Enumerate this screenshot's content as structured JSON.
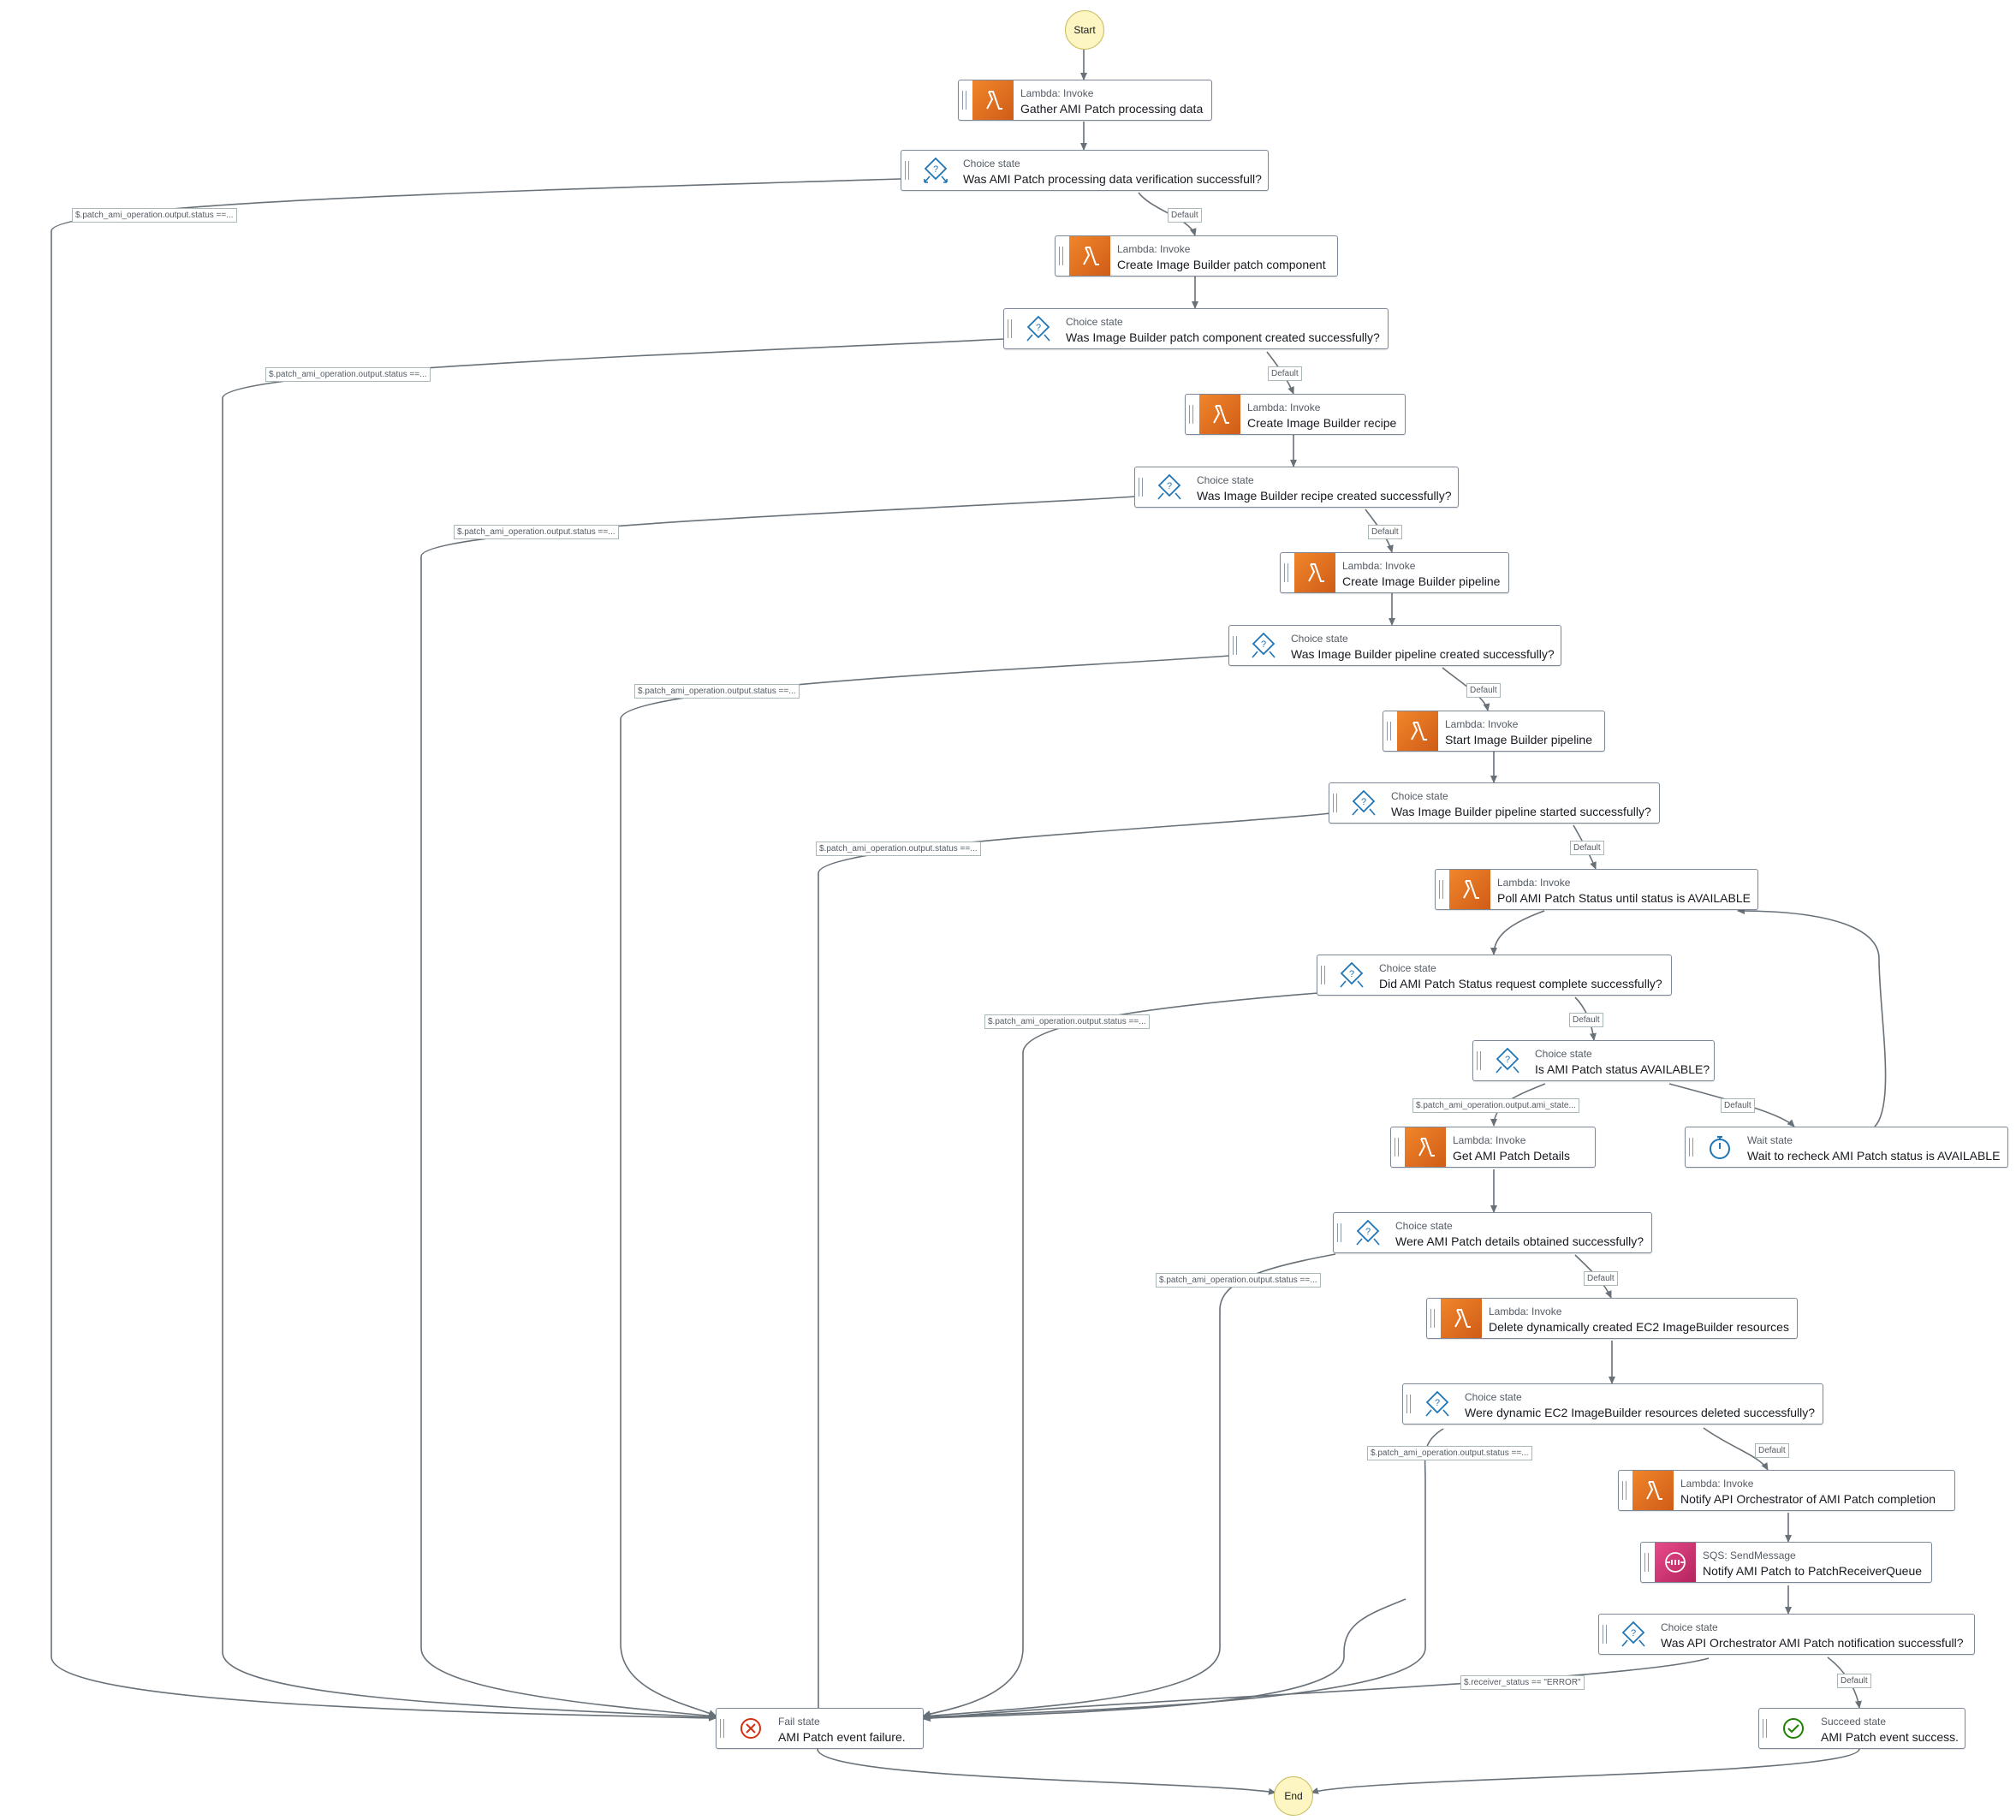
{
  "terminals": {
    "start": "Start",
    "end": "End"
  },
  "nodes": [
    {
      "id": "n1",
      "type": "Lambda: Invoke",
      "label": "Gather AMI Patch processing data",
      "icon": "lambda-icon"
    },
    {
      "id": "c1",
      "type": "Choice state",
      "label": "Was AMI Patch processing data verification successfull?",
      "icon": "choice-icon"
    },
    {
      "id": "n2",
      "type": "Lambda: Invoke",
      "label": "Create Image Builder patch component",
      "icon": "lambda-icon"
    },
    {
      "id": "c2",
      "type": "Choice state",
      "label": "Was Image Builder patch component created successfully?",
      "icon": "choice-icon"
    },
    {
      "id": "n3",
      "type": "Lambda: Invoke",
      "label": "Create Image Builder recipe",
      "icon": "lambda-icon"
    },
    {
      "id": "c3",
      "type": "Choice state",
      "label": "Was Image Builder recipe created successfully?",
      "icon": "choice-icon"
    },
    {
      "id": "n4",
      "type": "Lambda: Invoke",
      "label": "Create Image Builder pipeline",
      "icon": "lambda-icon"
    },
    {
      "id": "c4",
      "type": "Choice state",
      "label": "Was Image Builder pipeline created successfully?",
      "icon": "choice-icon"
    },
    {
      "id": "n5",
      "type": "Lambda: Invoke",
      "label": "Start Image Builder pipeline",
      "icon": "lambda-icon"
    },
    {
      "id": "c5",
      "type": "Choice state",
      "label": "Was Image Builder pipeline started successfully?",
      "icon": "choice-icon"
    },
    {
      "id": "n6",
      "type": "Lambda: Invoke",
      "label": "Poll AMI Patch Status until status is AVAILABLE",
      "icon": "lambda-icon"
    },
    {
      "id": "c6",
      "type": "Choice state",
      "label": "Did AMI Patch Status request complete successfully?",
      "icon": "choice-icon"
    },
    {
      "id": "c7",
      "type": "Choice state",
      "label": "Is AMI Patch status AVAILABLE?",
      "icon": "choice-icon"
    },
    {
      "id": "n7",
      "type": "Lambda: Invoke",
      "label": "Get AMI Patch Details",
      "icon": "lambda-icon"
    },
    {
      "id": "w1",
      "type": "Wait state",
      "label": "Wait to recheck AMI Patch status is AVAILABLE",
      "icon": "timer-icon"
    },
    {
      "id": "c8",
      "type": "Choice state",
      "label": "Were AMI Patch details obtained successfully?",
      "icon": "choice-icon"
    },
    {
      "id": "n8",
      "type": "Lambda: Invoke",
      "label": "Delete dynamically created EC2 ImageBuilder resources",
      "icon": "lambda-icon"
    },
    {
      "id": "c9",
      "type": "Choice state",
      "label": "Were dynamic EC2 ImageBuilder resources deleted successfully?",
      "icon": "choice-icon"
    },
    {
      "id": "n9",
      "type": "Lambda: Invoke",
      "label": "Notify API Orchestrator of AMI Patch completion",
      "icon": "lambda-icon"
    },
    {
      "id": "s1",
      "type": "SQS: SendMessage",
      "label": "Notify AMI Patch to PatchReceiverQueue",
      "icon": "sqs-icon"
    },
    {
      "id": "c10",
      "type": "Choice state",
      "label": "Was API Orchestrator AMI Patch notification successfull?",
      "icon": "choice-icon"
    },
    {
      "id": "fail",
      "type": "Fail state",
      "label": "AMI Patch event failure.",
      "icon": "fail-icon"
    },
    {
      "id": "succ",
      "type": "Succeed state",
      "label": "AMI Patch event success.",
      "icon": "succeed-icon"
    }
  ],
  "edge_labels": [
    {
      "id": "e1",
      "text": "$.patch_ami_operation.output.status ==..."
    },
    {
      "id": "d1",
      "text": "Default"
    },
    {
      "id": "e2",
      "text": "$.patch_ami_operation.output.status ==..."
    },
    {
      "id": "d2",
      "text": "Default"
    },
    {
      "id": "e3",
      "text": "$.patch_ami_operation.output.status ==..."
    },
    {
      "id": "d3",
      "text": "Default"
    },
    {
      "id": "e4",
      "text": "$.patch_ami_operation.output.status ==..."
    },
    {
      "id": "d4",
      "text": "Default"
    },
    {
      "id": "e5",
      "text": "$.patch_ami_operation.output.status ==..."
    },
    {
      "id": "d5",
      "text": "Default"
    },
    {
      "id": "e6",
      "text": "$.patch_ami_operation.output.status ==..."
    },
    {
      "id": "d6",
      "text": "Default"
    },
    {
      "id": "e7",
      "text": "$.patch_ami_operation.output.ami_state..."
    },
    {
      "id": "d7",
      "text": "Default"
    },
    {
      "id": "e8",
      "text": "$.patch_ami_operation.output.status ==..."
    },
    {
      "id": "d8",
      "text": "Default"
    },
    {
      "id": "e9",
      "text": "$.patch_ami_operation.output.status ==..."
    },
    {
      "id": "d9",
      "text": "Default"
    },
    {
      "id": "e10",
      "text": "$.receiver_status == \"ERROR\""
    },
    {
      "id": "d10",
      "text": "Default"
    }
  ],
  "colors": {
    "lambda": "#e8741f",
    "sqs": "#d6336c",
    "choice": "#1f75b5",
    "fail": "#d13212",
    "succeed": "#1d8102",
    "edge": "#687078",
    "terminal_fill": "#fdf6c3"
  }
}
